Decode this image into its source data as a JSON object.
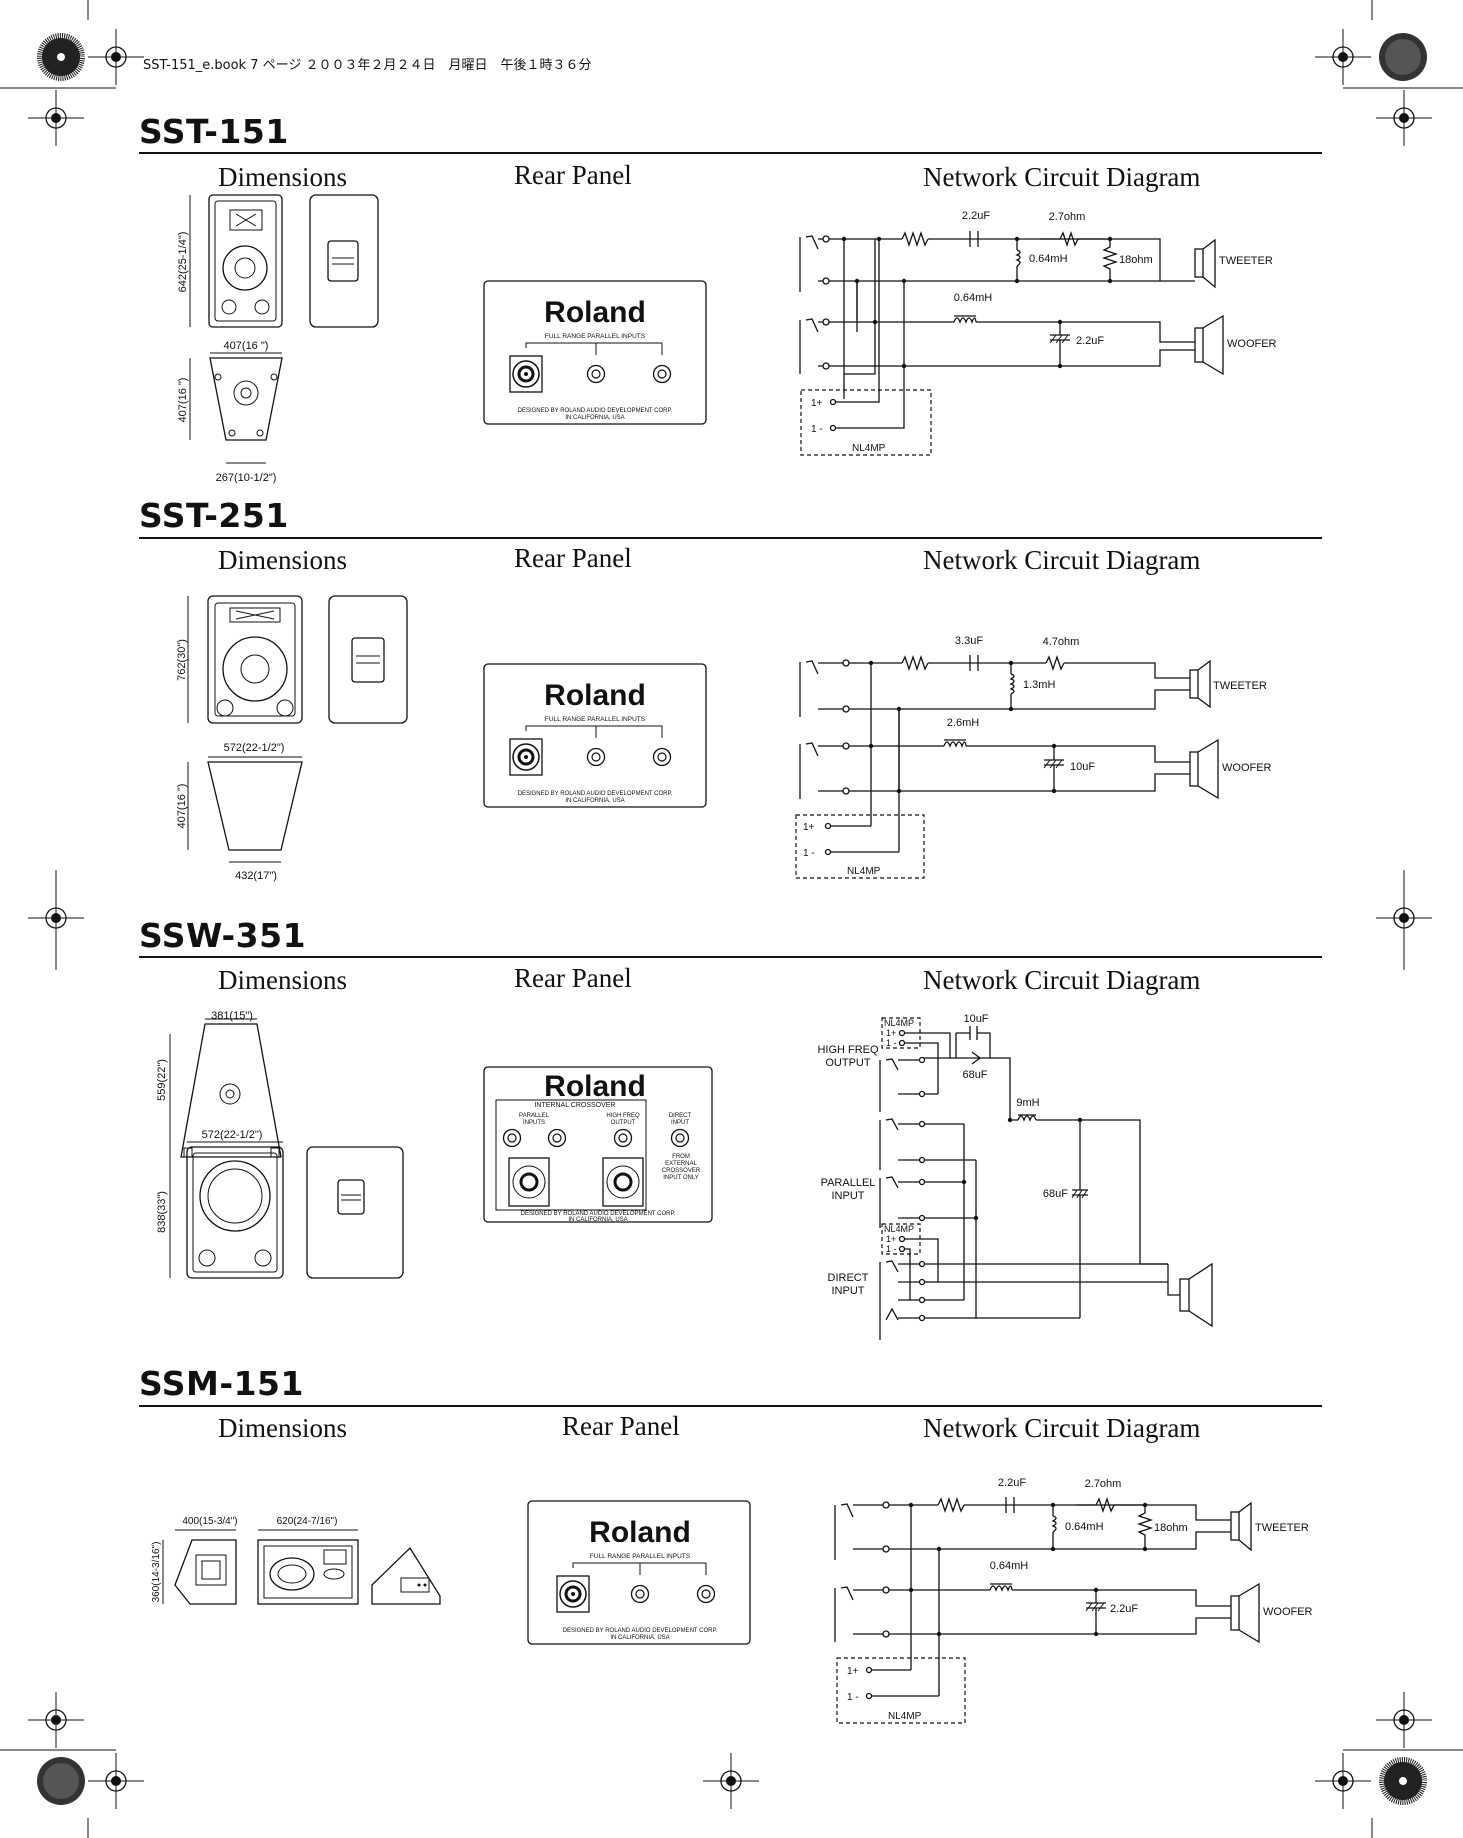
{
  "header_text": "SST-151_e.book  7 ページ  ２００３年２月２４日　月曜日　午後１時３６分",
  "column_labels": {
    "dimensions": "Dimensions",
    "rear_panel": "Rear Panel",
    "circuit": "Network Circuit Diagram"
  },
  "brand": "Roland",
  "sections": [
    {
      "model": "SST-151",
      "dims": {
        "height": "642(25-1/4\")",
        "width": "407(16 \")",
        "depth": "407(16 \")",
        "bottom": "267(10-1/2\")"
      },
      "panel": {
        "inputs_label": "FULL RANGE   PARALLEL INPUTS",
        "credit_1": "DESIGNED BY ROLAND AUDIO DEVELOPMENT CORP.",
        "credit_2": "IN CALIFORNIA, USA"
      },
      "circuit": {
        "cap_1": "2.2uF",
        "res_1": "2.7ohm",
        "ind_1": "0.64mH",
        "res_2": "18ohm",
        "tweeter": "TWEETER",
        "ind_2": "0.64mH",
        "cap_2": "2.2uF",
        "woofer": "WOOFER",
        "plus": "1+",
        "minus": "1 -",
        "connector": "NL4MP"
      }
    },
    {
      "model": "SST-251",
      "dims": {
        "height": "762(30\")",
        "width": "572(22-1/2\")",
        "depth": "407(16 \")",
        "bottom": "432(17\")"
      },
      "panel": {
        "inputs_label": "FULL RANGE   PARALLEL INPUTS",
        "credit_1": "DESIGNED BY ROLAND AUDIO DEVELOPMENT CORP.",
        "credit_2": "IN CALIFORNIA, USA"
      },
      "circuit": {
        "cap_1": "3.3uF",
        "res_1": "4.7ohm",
        "ind_1": "1.3mH",
        "tweeter": "TWEETER",
        "ind_2": "2.6mH",
        "cap_2": "10uF",
        "woofer": "WOOFER",
        "plus": "1+",
        "minus": "1 -",
        "connector": "NL4MP"
      }
    },
    {
      "model": "SSW-351",
      "dims": {
        "top_width": "381(15\")",
        "top_height": "559(22\")",
        "width": "572(22-1/2\")",
        "height": "838(33\")"
      },
      "panel": {
        "crossover_label": "INTERNAL CROSSOVER",
        "parallel_label_1": "PARALLEL",
        "parallel_label_2": "INPUTS",
        "highfreq_label_1": "HIGH FREQ",
        "highfreq_label_2": "OUTPUT",
        "direct_label_1": "DIRECT",
        "direct_label_2": "INPUT",
        "ext_1": "FROM",
        "ext_2": "EXTERNAL",
        "ext_3": "CROSSOVER",
        "ext_4": "INPUT ONLY",
        "credit_1": "DESIGNED BY ROLAND AUDIO DEVELOPMENT CORP.",
        "credit_2": "IN CALIFORNIA, USA"
      },
      "circuit": {
        "connector": "NL4MP",
        "plus": "1+",
        "minus": "1 -",
        "cap_1": "10uF",
        "cap_2": "68uF",
        "ind_1": "9mH",
        "cap_3": "68uF",
        "high_1": "HIGH FREQ",
        "high_2": "OUTPUT",
        "parallel_1": "PARALLEL",
        "parallel_2": "INPUT",
        "direct_1": "DIRECT",
        "direct_2": "INPUT"
      }
    },
    {
      "model": "SSM-151",
      "dims": {
        "width_1": "400(15-3/4\")",
        "width_2": "620(24-7/16\")",
        "height": "360(14-3/16\")"
      },
      "panel": {
        "inputs_label": "FULL RANGE   PARALLEL INPUTS",
        "credit_1": "DESIGNED BY ROLAND AUDIO DEVELOPMENT CORP.",
        "credit_2": "IN CALIFORNIA, USA"
      },
      "circuit": {
        "cap_1": "2.2uF",
        "res_1": "2.7ohm",
        "ind_1": "0.64mH",
        "res_2": "18ohm",
        "tweeter": "TWEETER",
        "ind_2": "0.64mH",
        "cap_2": "2.2uF",
        "woofer": "WOOFER",
        "plus": "1+",
        "minus": "1 -",
        "connector": "NL4MP"
      }
    }
  ]
}
